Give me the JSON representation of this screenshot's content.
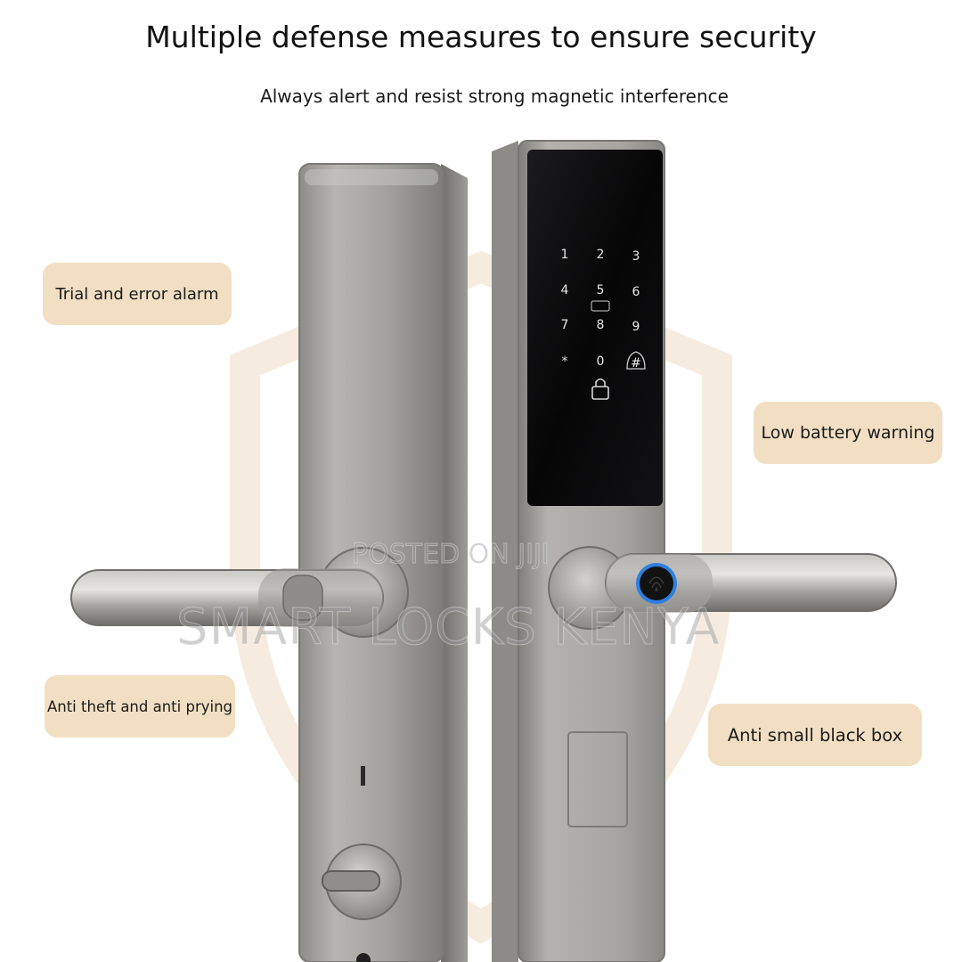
{
  "header": {
    "title": "Multiple defense measures to ensure security",
    "subtitle": "Always alert and resist strong magnetic interference"
  },
  "callouts": [
    "Trial and error alarm",
    "Low battery warning",
    "Anti theft and anti prying",
    "Anti small black box"
  ],
  "watermark": {
    "line1": "POSTED ON JIJI",
    "line2": "SMART LOCKS KENYA"
  },
  "keypad": {
    "keys": [
      "1",
      "2",
      "3",
      "4",
      "5",
      "6",
      "7",
      "8",
      "9",
      "*",
      "0",
      "#"
    ]
  },
  "colors": {
    "callout_bg": "#f2dfc3",
    "shield_outline": "#f3e8d6",
    "lock_body": "#9a9894",
    "glass_panel": "#0b0b0c",
    "fingerprint_ring": "#2f7fe0"
  }
}
